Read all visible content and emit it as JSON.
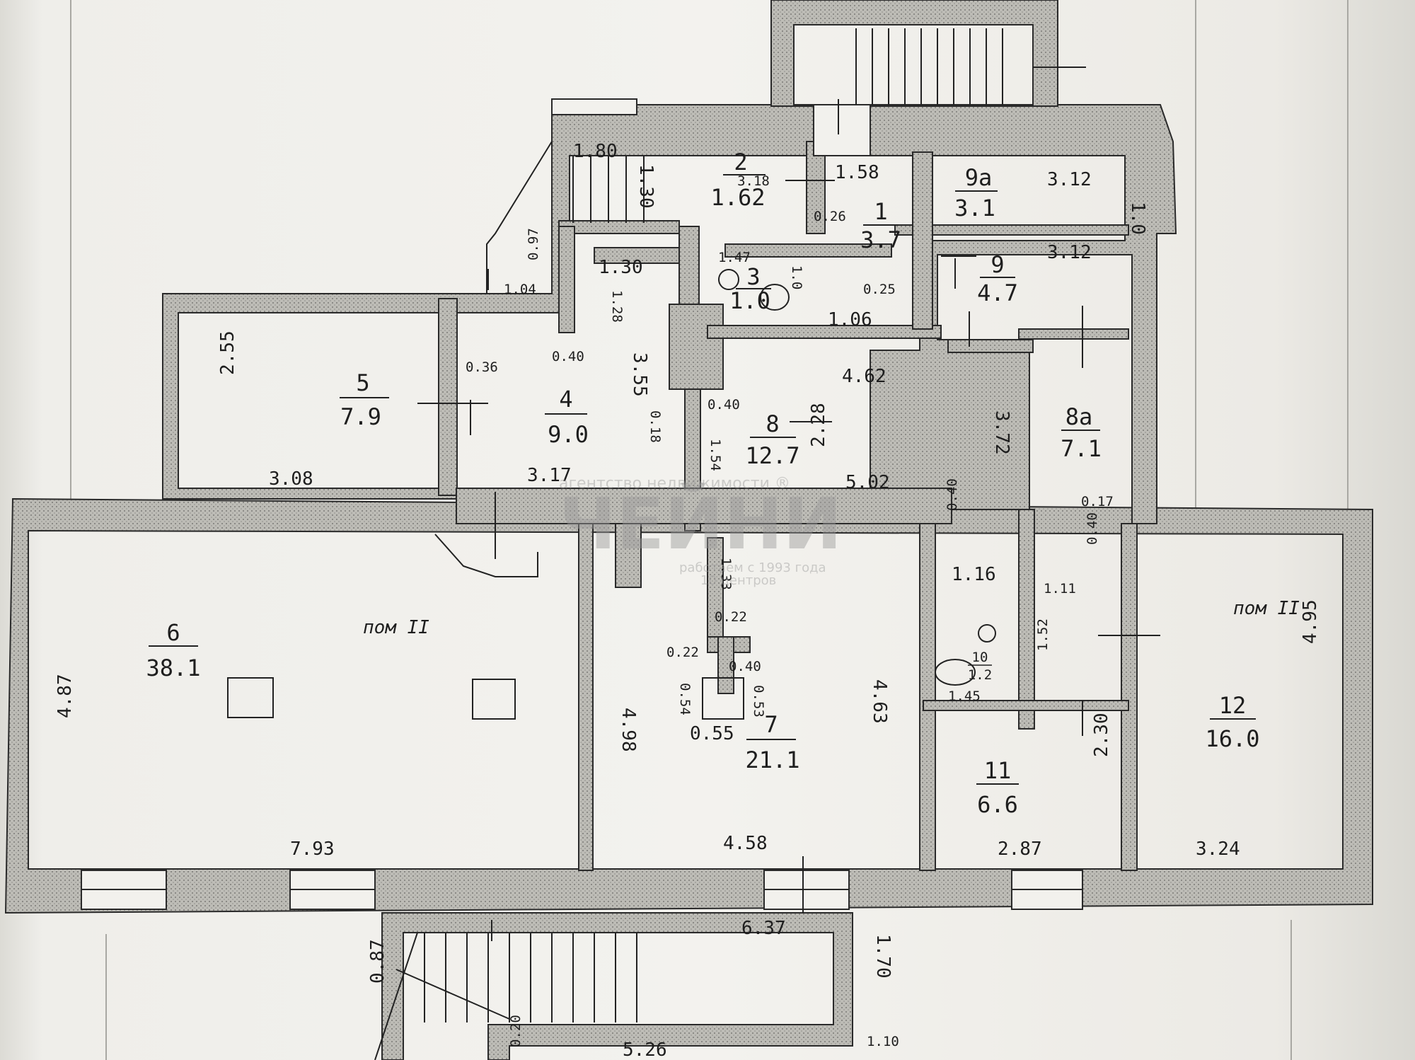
{
  "watermark": {
    "agency_line": "агентство недвижимости ®",
    "logo": "ЧЕЙНИ",
    "since_line": "работаем с 1993 года",
    "tagline": "10 центров"
  },
  "rooms": [
    {
      "id": "2",
      "number": "2",
      "area": "1.62",
      "top_value": "3.18"
    },
    {
      "id": "1",
      "number": "1",
      "area": "3.7"
    },
    {
      "id": "9a",
      "number": "9а",
      "area": "3.1"
    },
    {
      "id": "3",
      "number": "3",
      "area": "1.0"
    },
    {
      "id": "9",
      "number": "9",
      "area": "4.7"
    },
    {
      "id": "5",
      "number": "5",
      "area": "7.9"
    },
    {
      "id": "4",
      "number": "4",
      "area": "9.0"
    },
    {
      "id": "8",
      "number": "8",
      "area": "12.7"
    },
    {
      "id": "8a",
      "number": "8а",
      "area": "7.1"
    },
    {
      "id": "6",
      "number": "6",
      "area": "38.1"
    },
    {
      "id": "7",
      "number": "7",
      "area": "21.1"
    },
    {
      "id": "10",
      "number": "10",
      "area": "1.2"
    },
    {
      "id": "11",
      "number": "11",
      "area": "6.6"
    },
    {
      "id": "12",
      "number": "12",
      "area": "16.0"
    }
  ],
  "notes": {
    "left": "пом II",
    "right": "пом II"
  },
  "dimensions": [
    "1.80",
    "1.30",
    "1.58",
    "3.12",
    "1.0",
    "0.26",
    "0.97",
    "1.47",
    "1.30",
    "1.0",
    "3.12",
    "1.04",
    "1.28",
    "0.25",
    "1.06",
    "0.36",
    "0.40",
    "3.55",
    "0.18",
    "0.40",
    "4.62",
    "2.55",
    "3.08",
    "3.17",
    "1.54",
    "2.28",
    "5.02",
    "3.72",
    "0.40",
    "1.16",
    "0.17",
    "0.40",
    "1.11",
    "1.33",
    "0.22",
    "0.22",
    "0.40",
    "0.54",
    "0.53",
    "0.55",
    "1.52",
    "1.45",
    "4.87",
    "4.98",
    "4.63",
    "2.30",
    "4.95",
    "7.93",
    "4.58",
    "2.87",
    "3.24",
    "6.37",
    "0.87",
    "1.70",
    "5.26",
    "0.20",
    "1.10"
  ]
}
